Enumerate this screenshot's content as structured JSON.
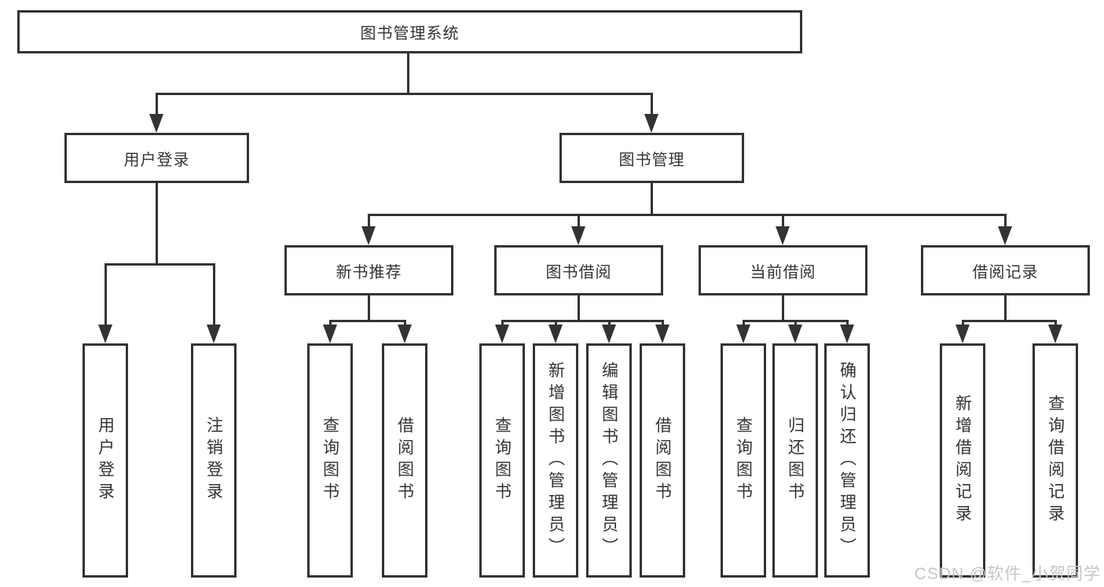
{
  "diagram_type": "hierarchy-tree",
  "tree": {
    "label": "图书管理系统",
    "children": [
      {
        "label": "用户登录",
        "children": [
          {
            "label": "用户登录"
          },
          {
            "label": "注销登录"
          }
        ]
      },
      {
        "label": "图书管理",
        "children": [
          {
            "label": "新书推荐",
            "children": [
              {
                "label": "查询图书"
              },
              {
                "label": "借阅图书"
              }
            ]
          },
          {
            "label": "图书借阅",
            "children": [
              {
                "label": "查询图书"
              },
              {
                "label": "新增图书（管理员）"
              },
              {
                "label": "编辑图书（管理员）"
              },
              {
                "label": "借阅图书"
              }
            ]
          },
          {
            "label": "当前借阅",
            "children": [
              {
                "label": "查询图书"
              },
              {
                "label": "归还图书"
              },
              {
                "label": "确认归还（管理员）"
              }
            ]
          },
          {
            "label": "借阅记录",
            "children": [
              {
                "label": "新增借阅记录"
              },
              {
                "label": "查询借阅记录"
              }
            ]
          }
        ]
      }
    ]
  },
  "watermark": {
    "text": "CSDN @软件_小贺同学"
  },
  "colors": {
    "line": "#333333",
    "text": "#333333",
    "box_background": "#ffffff",
    "page_background": "#ffffff",
    "watermark": "#c6c6c6"
  }
}
